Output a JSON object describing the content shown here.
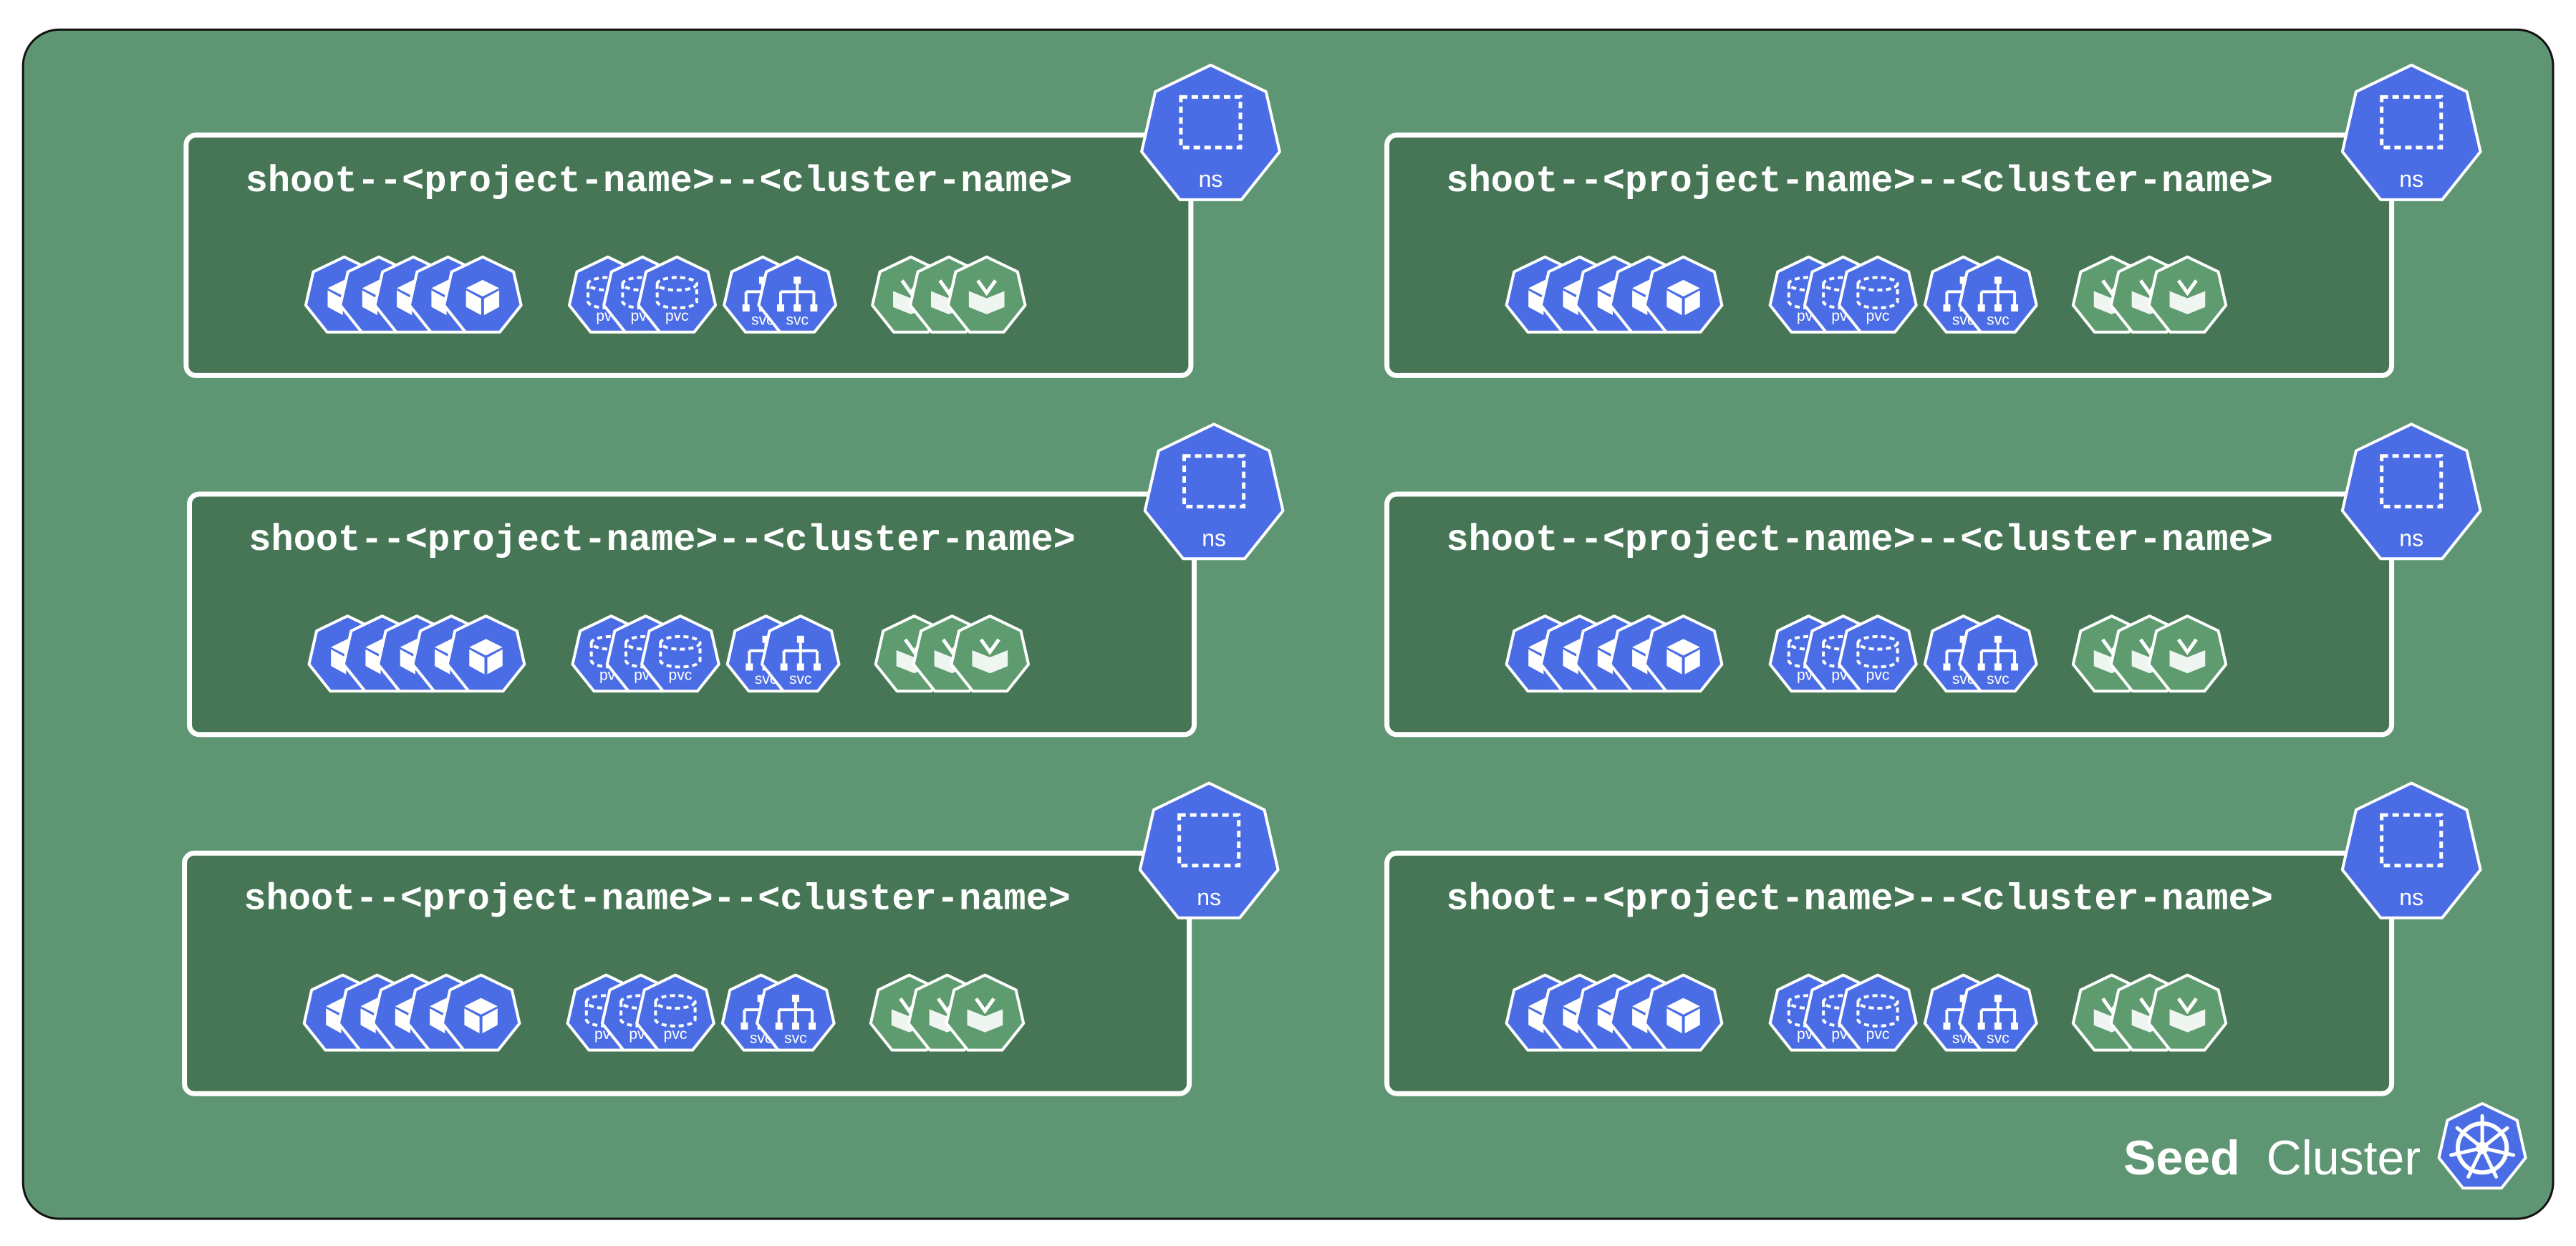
{
  "colors": {
    "seed_bg": "#5e9673",
    "namespace_bg": "#467655",
    "k8s_blue": "#4a6de5",
    "k8s_green": "#5e9b6f",
    "border_white": "#ffffff",
    "outline_black": "#111111"
  },
  "seed": {
    "label_bold": "Seed",
    "label_rest": "Cluster",
    "icon": "kubernetes-wheel-icon"
  },
  "namespaces": [
    {
      "title": "shoot--<project-name>--<cluster-name>",
      "ns_label": "ns",
      "pvc_label": "pvc",
      "svc_label": "svc"
    },
    {
      "title": "shoot--<project-name>--<cluster-name>",
      "ns_label": "ns",
      "pvc_label": "pvc",
      "svc_label": "svc"
    },
    {
      "title": "shoot--<project-name>--<cluster-name>",
      "ns_label": "ns",
      "pvc_label": "pvc",
      "svc_label": "svc"
    },
    {
      "title": "shoot--<project-name>--<cluster-name>",
      "ns_label": "ns",
      "pvc_label": "pvc",
      "svc_label": "svc"
    },
    {
      "title": "shoot--<project-name>--<cluster-name>",
      "ns_label": "ns",
      "pvc_label": "pvc",
      "svc_label": "svc"
    },
    {
      "title": "shoot--<project-name>--<cluster-name>",
      "ns_label": "ns",
      "pvc_label": "pvc",
      "svc_label": "svc"
    }
  ],
  "resource_icons": {
    "pod": "cube-icon",
    "pvc": "cylinder-icon",
    "svc": "network-tree-icon",
    "crd": "custom-resource-icon",
    "ns": "dashed-square-icon"
  },
  "counts": {
    "pods": 5,
    "pvcs": 3,
    "svcs": 2,
    "crds": 3
  }
}
